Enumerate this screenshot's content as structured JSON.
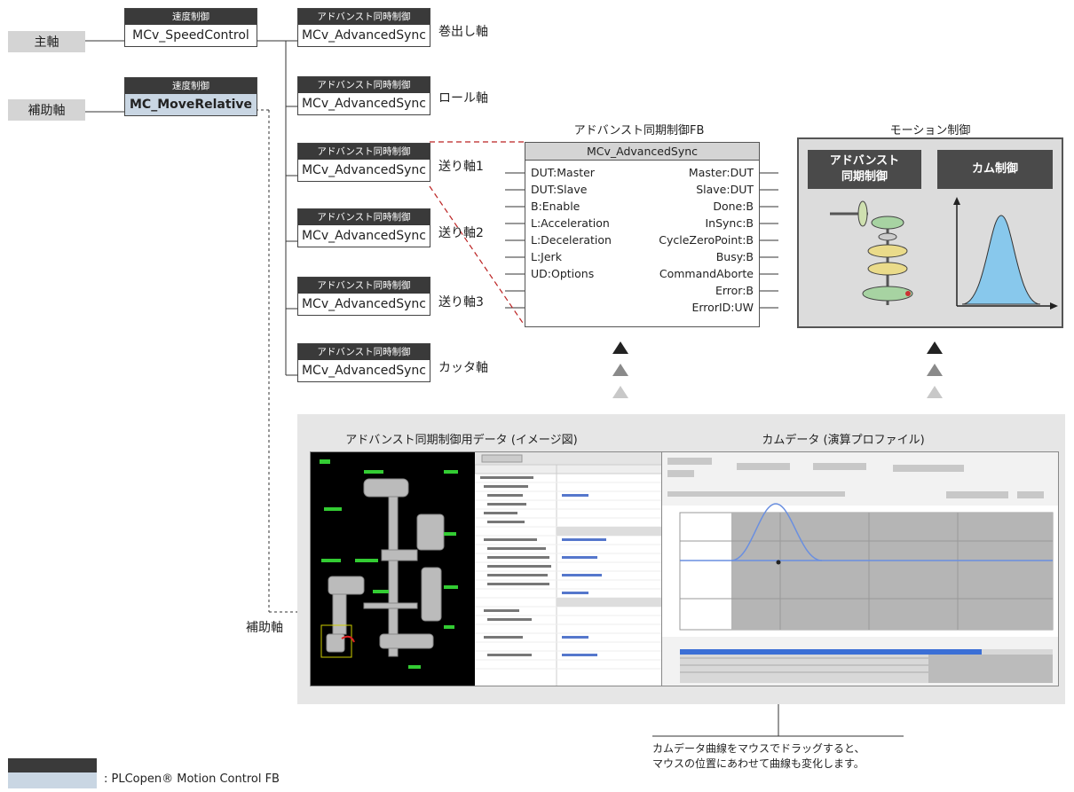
{
  "left_labels": {
    "main": "主軸",
    "aux": "補助軸"
  },
  "speed_fbs": [
    {
      "header": "速度制御",
      "name": "MCv_SpeedControl"
    },
    {
      "header": "速度制御",
      "name": "MC_MoveRelative"
    }
  ],
  "sync_fbs": [
    {
      "header": "アドバンスト同時制御",
      "name": "MCv_AdvancedSync",
      "axis": "巻出し軸"
    },
    {
      "header": "アドバンスト同時制御",
      "name": "MCv_AdvancedSync",
      "axis": "ロール軸"
    },
    {
      "header": "アドバンスト同時制御",
      "name": "MCv_AdvancedSync",
      "axis": "送り軸1"
    },
    {
      "header": "アドバンスト同時制御",
      "name": "MCv_AdvancedSync",
      "axis": "送り軸2"
    },
    {
      "header": "アドバンスト同時制御",
      "name": "MCv_AdvancedSync",
      "axis": "送り軸3"
    },
    {
      "header": "アドバンスト同時制御",
      "name": "MCv_AdvancedSync",
      "axis": "カッタ軸"
    }
  ],
  "fb_detail": {
    "title": "アドバンスト同期制御FB",
    "name": "MCv_AdvancedSync",
    "inputs": [
      "DUT:Master",
      "DUT:Slave",
      "B:Enable",
      "L:Acceleration",
      "L:Deceleration",
      "L:Jerk",
      "UD:Options"
    ],
    "outputs": [
      "Master:DUT",
      "Slave:DUT",
      "Done:B",
      "InSync:B",
      "CycleZeroPoint:B",
      "Busy:B",
      "CommandAborte",
      "Error:B",
      "ErrorID:UW"
    ]
  },
  "motion": {
    "title": "モーション制御",
    "tab_sync": "アドバンスト\n同期制御",
    "tab_cam": "カム制御"
  },
  "data_panel": {
    "left_title": "アドバンスト同期制御用データ (イメージ図)",
    "right_title": "カムデータ (演算プロファイル)",
    "aux_label": "補助軸"
  },
  "caption": {
    "line1": "カムデータ曲線をマウスでドラッグすると、",
    "line2": "マウスの位置にあわせて曲線も変化します。"
  },
  "legend": ": PLCopen® Motion Control  FB",
  "colors": {
    "dark_header": "#3a3a3a",
    "plcopen_fill": "#c9d6e3",
    "label_bg": "#d4d4d4",
    "cam_fill": "#88c8ec",
    "dashed_red": "#b22"
  }
}
